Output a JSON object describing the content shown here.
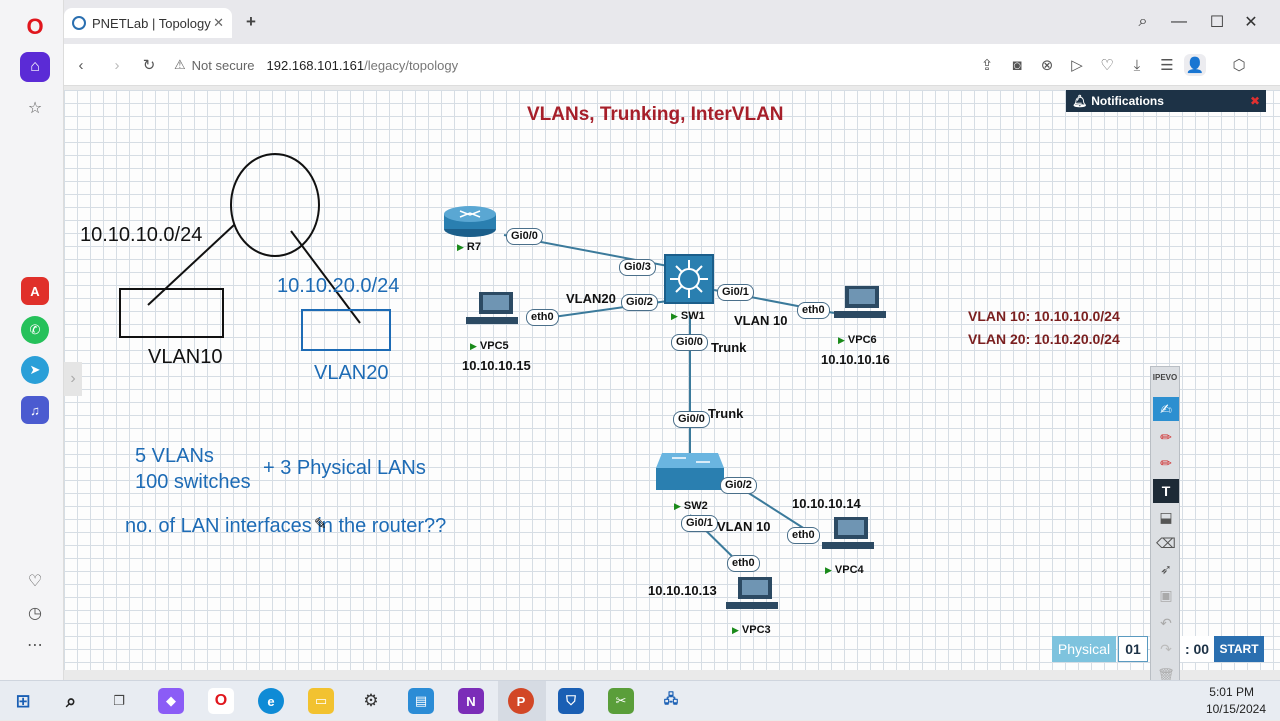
{
  "browser": {
    "tab_title": "PNETLab | Topology",
    "new_tab": "+",
    "security_label": "Not secure",
    "url_host": "192.168.101.161",
    "url_path": "/legacy/topology"
  },
  "canvas": {
    "title": "VLANs, Trunking, InterVLAN",
    "notifications_label": "Notifications",
    "devices": {
      "r7": "R7",
      "sw1": "SW1",
      "sw2": "SW2",
      "vpc3": "VPC3",
      "vpc4": "VPC4",
      "vpc5": "VPC5",
      "vpc6": "VPC6"
    },
    "ports": {
      "r7_gi00": "Gi0/0",
      "sw1_gi03": "Gi0/3",
      "sw1_gi02": "Gi0/2",
      "sw1_gi01": "Gi0/1",
      "sw1_gi00": "Gi0/0",
      "sw2_gi00": "Gi0/0",
      "sw2_gi02": "Gi0/2",
      "sw2_gi01": "Gi0/1",
      "vpc5_eth0": "eth0",
      "vpc6_eth0": "eth0",
      "vpc4_eth0": "eth0",
      "vpc3_eth0": "eth0"
    },
    "link_labels": {
      "vlan20": "VLAN20",
      "vlan10_top": "VLAN 10",
      "trunk1": "Trunk",
      "trunk2": "Trunk",
      "vlan10_bottom": "VLAN 10"
    },
    "ips": {
      "vpc5": "10.10.10.15",
      "vpc6": "10.10.10.16",
      "vpc4": "10.10.10.14",
      "vpc3": "10.10.10.13"
    },
    "vlan_info": {
      "line1": "VLAN 10: 10.10.10.0/24",
      "line2": "VLAN 20: 10.10.20.0/24"
    },
    "annotations": {
      "net1": "10.10.10.0/24",
      "vlan10": "VLAN10",
      "net2": "10.10.20.0/24",
      "vlan20": "VLAN20",
      "vlans5": "5 VLANs",
      "switches": "100 switches",
      "physical": "+ 3 Physical LANs",
      "question": "no. of LAN interfaces in the router??"
    },
    "controls": {
      "physical": "Physical",
      "counter": "01",
      "time": ": 00",
      "start": "START"
    }
  },
  "ipevo": {
    "label": "IPEVO"
  },
  "taskbar": {
    "time": "5:01 PM",
    "date": "10/15/2024"
  }
}
